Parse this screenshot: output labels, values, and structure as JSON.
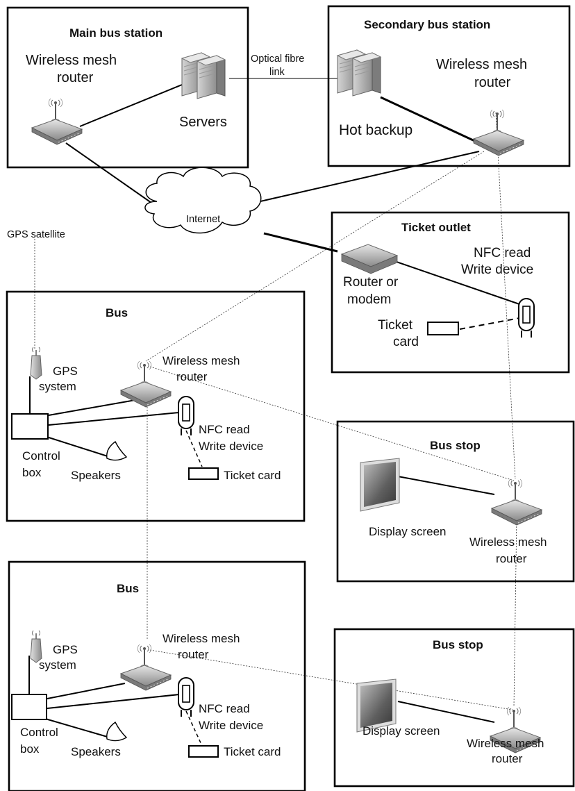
{
  "main_station": {
    "title": "Main bus station",
    "router_label_1": "Wireless mesh",
    "router_label_2": "router",
    "servers_label": "Servers"
  },
  "secondary_station": {
    "title": "Secondary bus station",
    "router_label_1": "Wireless mesh",
    "router_label_2": "router",
    "backup_label": "Hot backup"
  },
  "link": {
    "label_1": "Optical fibre",
    "label_2": "link"
  },
  "internet": {
    "label": "Internet"
  },
  "gps_satellite": {
    "label": "GPS satellite"
  },
  "ticket_outlet": {
    "title": "Ticket outlet",
    "nfc_label_1": "NFC read",
    "nfc_label_2": "Write device",
    "modem_label_1": "Router or",
    "modem_label_2": "modem",
    "card_label_1": "Ticket",
    "card_label_2": "card"
  },
  "bus_1": {
    "title": "Bus",
    "gps_label_1": "GPS",
    "gps_label_2": "system",
    "router_label_1": "Wireless mesh",
    "router_label_2": "router",
    "nfc_label_1": "NFC read",
    "nfc_label_2": "Write device",
    "control_label_1": "Control",
    "control_label_2": "box",
    "speakers_label": "Speakers",
    "card_label": "Ticket card"
  },
  "bus_2": {
    "title": "Bus",
    "gps_label_1": "GPS",
    "gps_label_2": "system",
    "router_label_1": "Wireless mesh",
    "router_label_2": "router",
    "nfc_label_1": "NFC read",
    "nfc_label_2": "Write device",
    "control_label_1": "Control",
    "control_label_2": "box",
    "speakers_label": "Speakers",
    "card_label": "Ticket card"
  },
  "bus_stop_1": {
    "title": "Bus stop",
    "screen_label": "Display screen",
    "router_label_1": "Wireless mesh",
    "router_label_2": "router"
  },
  "bus_stop_2": {
    "title": "Bus stop",
    "screen_label": "Display screen",
    "router_label_1": "Wireless mesh",
    "router_label_2": "router"
  }
}
